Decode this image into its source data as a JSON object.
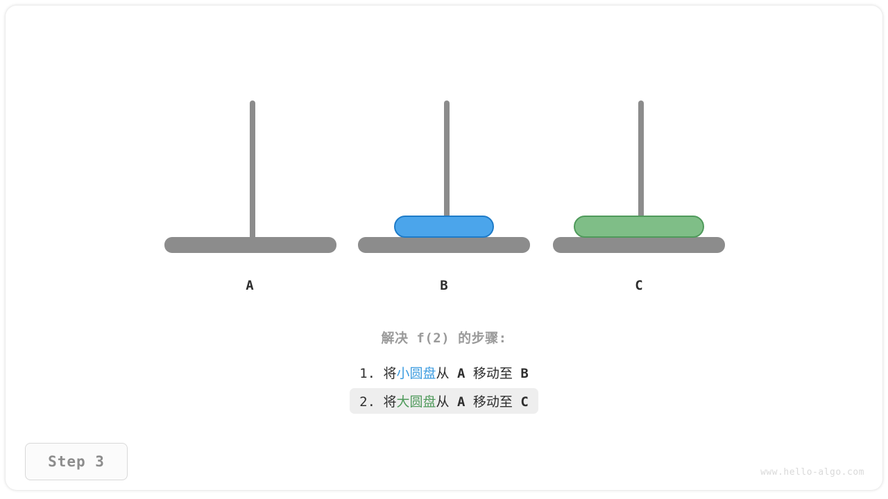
{
  "diagram": {
    "title_text": "解决 f(2) 的步骤:",
    "watermark": "www.hello-algo.com",
    "step_badge": "Step 3",
    "pillars": [
      {
        "label": "A",
        "disks": []
      },
      {
        "label": "B",
        "disks": [
          "small"
        ]
      },
      {
        "label": "C",
        "disks": [
          "large"
        ]
      }
    ],
    "disks": {
      "small": {
        "name": "小圆盘",
        "color": "#4BA5EB",
        "border": "#1E7BC8",
        "on_pillar": "B"
      },
      "large": {
        "name": "大圆盘",
        "color": "#7FBE87",
        "border": "#4F9A5B",
        "on_pillar": "C"
      }
    },
    "steps": [
      {
        "index": "1.",
        "verb": "将",
        "disk": "小圆盘",
        "disk_class": "small",
        "from_word": "从",
        "from_peg": "A",
        "move_word": "移动至",
        "to_peg": "B",
        "highlighted": false
      },
      {
        "index": "2.",
        "verb": "将",
        "disk": "大圆盘",
        "disk_class": "large",
        "from_word": "从",
        "from_peg": "A",
        "move_word": "移动至",
        "to_peg": "C",
        "highlighted": true
      }
    ],
    "colors": {
      "pillar": "#8c8c8c",
      "text_dark": "#2e2e2e",
      "text_muted": "#9a9a9a",
      "highlight_bg": "#eeeeee"
    }
  }
}
